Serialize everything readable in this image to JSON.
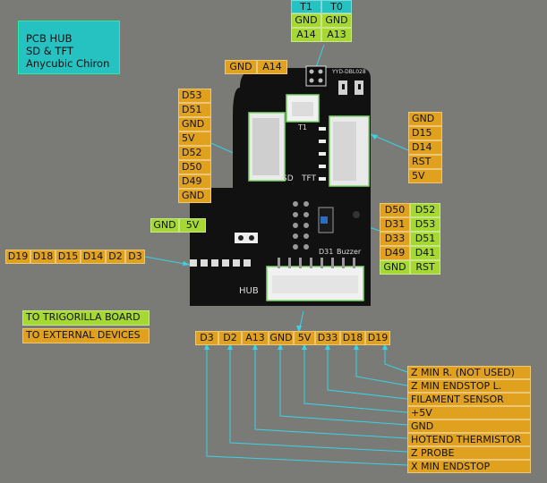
{
  "title": {
    "line1": "PCB HUB",
    "line2": "SD & TFT",
    "line3": "Anycubic Chiron"
  },
  "t_header": {
    "t1": "T1",
    "t0": "T0",
    "r1c1": "GND",
    "r1c2": "GND",
    "r2c1": "A14",
    "r2c2": "A13"
  },
  "top_conn": {
    "gnd": "GND",
    "a14": "A14"
  },
  "sd_pins": [
    "D53",
    "D51",
    "GND",
    "5V",
    "D52",
    "D50",
    "D49",
    "GND"
  ],
  "tft_pins": [
    "GND",
    "D15",
    "D14",
    "RST",
    "5V"
  ],
  "buzzer": {
    "c1": [
      "D50",
      "D31",
      "D33",
      "D49",
      "GND"
    ],
    "c2": [
      "D52",
      "D53",
      "D51",
      "D41",
      "RST"
    ]
  },
  "gnd5v": {
    "gnd": "GND",
    "v5": "5V"
  },
  "left_row": [
    "D19",
    "D18",
    "D15",
    "D14",
    "D2",
    "D3"
  ],
  "legend": {
    "green": "TO TRIGORILLA BOARD",
    "orange": "TO EXTERNAL DEVICES"
  },
  "bottom_pins": [
    "D3",
    "D2",
    "A13",
    "GND",
    "5V",
    "D33",
    "D18",
    "D19"
  ],
  "functions": [
    "Z MIN R. (NOT USED)",
    "Z MIN ENDSTOP L.",
    "FILAMENT SENSOR",
    "+5V",
    "GND",
    "HOTEND THERMISTOR",
    "Z PROBE",
    "X MIN ENDSTOP"
  ],
  "board_text": {
    "code": "YYD-DBL028",
    "t1": "T1",
    "sd": "SD",
    "tft": "TFT",
    "d31": "D31",
    "buzzer": "Buzzer",
    "hub": "HUB"
  }
}
